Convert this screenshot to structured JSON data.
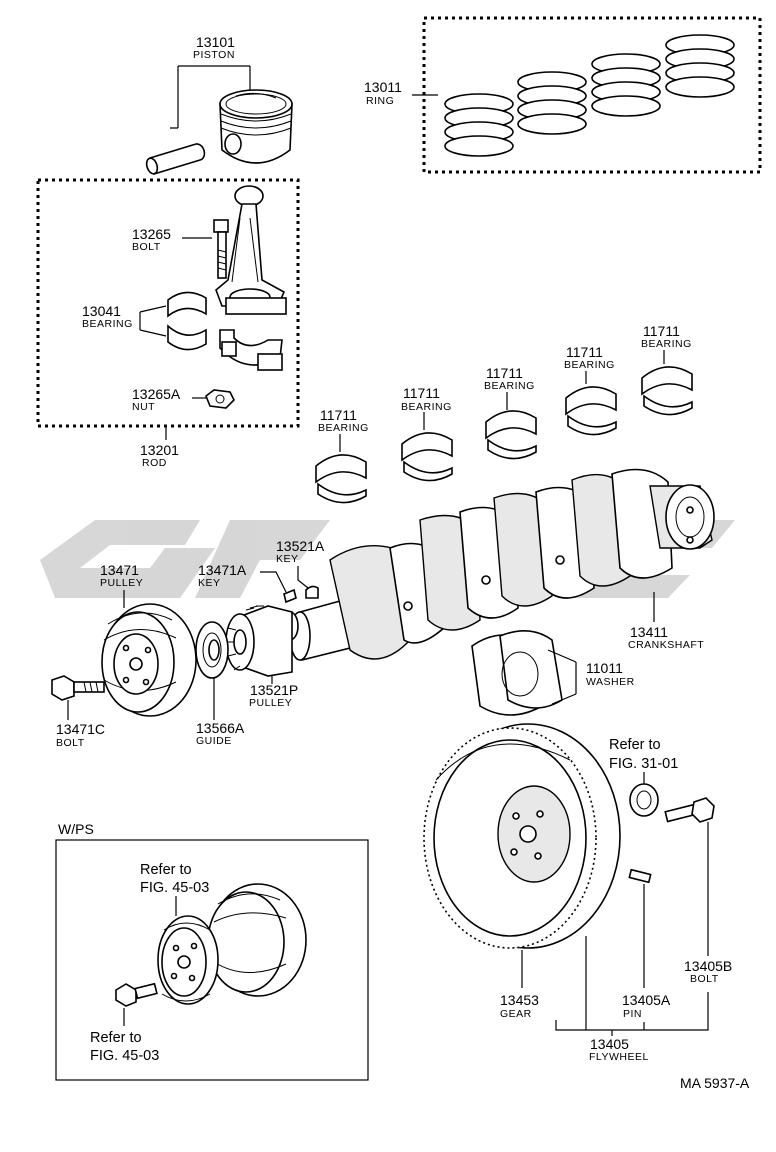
{
  "parts": {
    "piston": {
      "number": "13101",
      "name": "PISTON"
    },
    "ring": {
      "number": "13011",
      "name": "RING"
    },
    "bolt_rod": {
      "number": "13265",
      "name": "BOLT"
    },
    "bearing_rod": {
      "number": "13041",
      "name": "BEARING"
    },
    "nut": {
      "number": "13265A",
      "name": "NUT"
    },
    "rod": {
      "number": "13201",
      "name": "ROD"
    },
    "main_bearing_1": {
      "number": "11711",
      "name": "BEARING"
    },
    "main_bearing_2": {
      "number": "11711",
      "name": "BEARING"
    },
    "main_bearing_3": {
      "number": "11711",
      "name": "BEARING"
    },
    "main_bearing_4": {
      "number": "11711",
      "name": "BEARING"
    },
    "main_bearing_5": {
      "number": "11711",
      "name": "BEARING"
    },
    "key_1": {
      "number": "13521A",
      "name": "KEY"
    },
    "key_2": {
      "number": "13471A",
      "name": "KEY"
    },
    "pulley_crank": {
      "number": "13471",
      "name": "PULLEY"
    },
    "bolt_pulley": {
      "number": "13471C",
      "name": "BOLT"
    },
    "guide": {
      "number": "13566A",
      "name": "GUIDE"
    },
    "pulley_timing": {
      "number": "13521P",
      "name": "PULLEY"
    },
    "crankshaft": {
      "number": "13411",
      "name": "CRANKSHAFT"
    },
    "washer": {
      "number": "11011",
      "name": "WASHER"
    },
    "gear": {
      "number": "13453",
      "name": "GEAR"
    },
    "pin": {
      "number": "13405A",
      "name": "PIN"
    },
    "bolt_flywheel": {
      "number": "13405B",
      "name": "BOLT"
    },
    "flywheel": {
      "number": "13405",
      "name": "FLYWHEEL"
    }
  },
  "references": {
    "fig31_line1": "Refer to",
    "fig31_line2": "FIG. 31-01",
    "fig45a_line1": "Refer to",
    "fig45a_line2": "FIG. 45-03",
    "fig45b_line1": "Refer to",
    "fig45b_line2": "FIG. 45-03"
  },
  "inset_label": "W/PS",
  "diagram_code": "MA 5937-A"
}
